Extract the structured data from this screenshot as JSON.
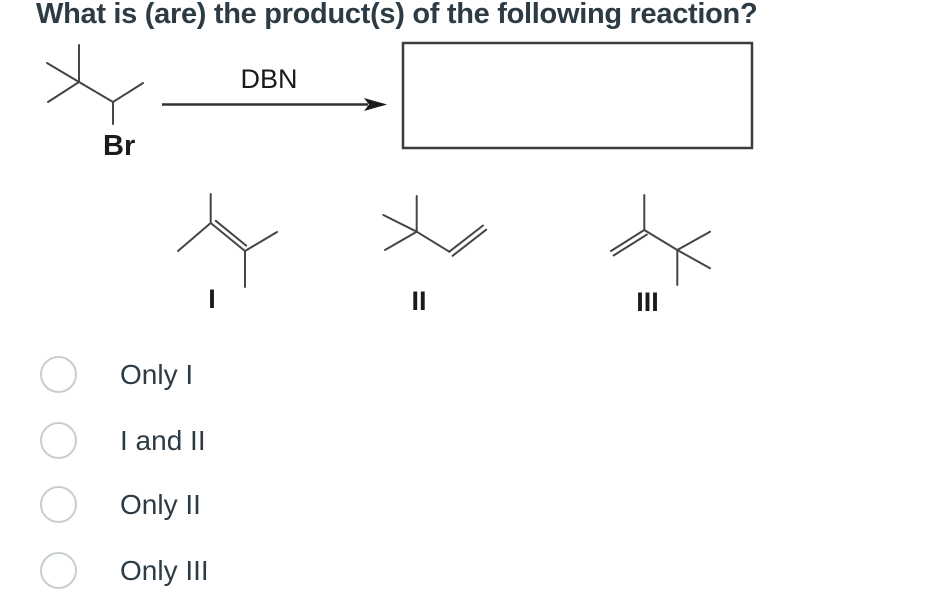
{
  "question": {
    "title": "What is (are) the product(s) of the following reaction?"
  },
  "reaction": {
    "reagent": "DBN",
    "halide_label": "Br",
    "answer_box": "empty"
  },
  "products": [
    {
      "label": "I"
    },
    {
      "label": "II"
    },
    {
      "label": "III"
    }
  ],
  "options": [
    {
      "label": "Only I"
    },
    {
      "label": "I and II"
    },
    {
      "label": "Only II"
    },
    {
      "label": "Only III"
    }
  ],
  "colors": {
    "title_text": "#2d3b45",
    "option_text": "#2d3b45",
    "structure_stroke": "#454545",
    "chem_text": "#1b1b1b",
    "radio_border": "#c7ced3",
    "box_border": "#3d3d3d"
  }
}
